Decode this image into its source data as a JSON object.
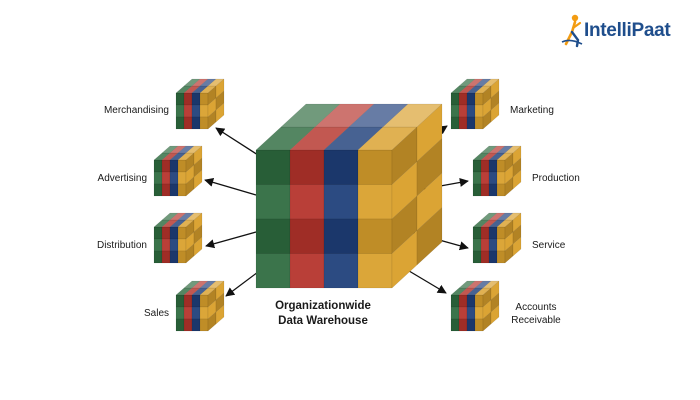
{
  "brand": {
    "name": "IntelliPaat",
    "colors": {
      "primary": "#1f4e8c",
      "accent": "#f39c12"
    }
  },
  "center": {
    "caption_line1": "Organizationwide",
    "caption_line2": "Data Warehouse"
  },
  "left_nodes": [
    {
      "label": "Merchandising"
    },
    {
      "label": "Advertising"
    },
    {
      "label": "Distribution"
    },
    {
      "label": "Sales"
    }
  ],
  "right_nodes": [
    {
      "label": "Marketing"
    },
    {
      "label": "Production"
    },
    {
      "label": "Service"
    },
    {
      "label_line1": "Accounts",
      "label_line2": "Receivable"
    }
  ],
  "palette": {
    "green": "#2e6b3f",
    "red": "#b5332b",
    "blue": "#1f3f7a",
    "gold": "#d9a02c"
  }
}
